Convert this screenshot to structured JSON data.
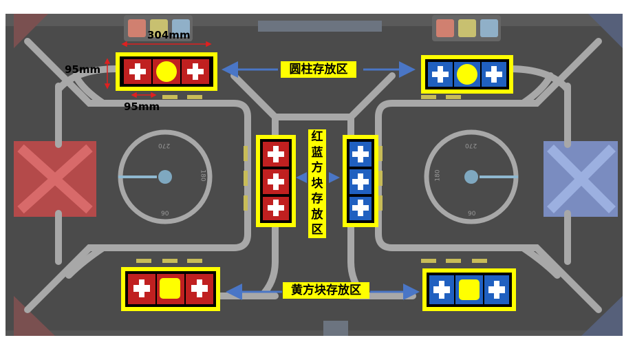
{
  "labels": {
    "cylinder_zone": "圆柱存放区",
    "yellow_zone": "黄方块存放区",
    "redblue_zone_chars": [
      "红",
      "蓝",
      "方",
      "块",
      "存",
      "放",
      "区"
    ]
  },
  "dimensions": {
    "length": "304mm",
    "height": "95mm",
    "cell": "95mm"
  },
  "dial_marks": {
    "left": [
      "270",
      "180",
      "90"
    ],
    "right": [
      "270",
      "180",
      "90"
    ]
  },
  "colors": {
    "field_bg": "#4a4a4a",
    "track": "#b0b0b0",
    "red_zone": "#e05a5a",
    "blue_zone": "#8fa8e0",
    "highlight": "#ffff00",
    "cross_fill": "#ffffff",
    "arrow": "#4a76c6"
  },
  "icons": [
    "cross-block-icon",
    "yellow-cylinder-icon",
    "yellow-cube-icon",
    "arrow-icon"
  ]
}
